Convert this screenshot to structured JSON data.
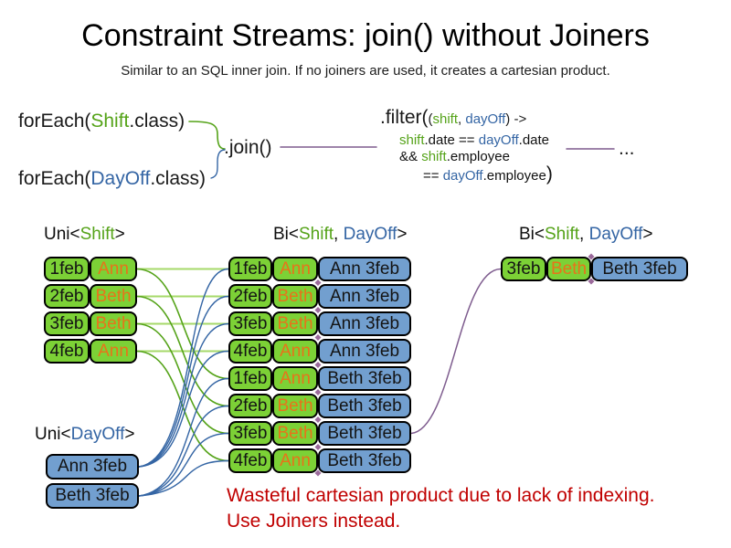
{
  "title": "Constraint Streams: join() without Joiners",
  "subtitle": "Similar to an SQL inner join. If no joiners are used, it creates a cartesian product.",
  "code": {
    "foreach_shift": {
      "prefix": "forEach(",
      "type": "Shift",
      "suffix": ".class)"
    },
    "foreach_dayoff": {
      "prefix": "forEach(",
      "type": "DayOff",
      "suffix": ".class)"
    },
    "join_label": ".join()",
    "filter": {
      "head": ".filter(",
      "sig_open": "(",
      "param1": "shift",
      "sig_sep": ", ",
      "param2": "dayOff",
      "sig_close": ") ->",
      "l2_a": "shift",
      "l2_b": ".date == ",
      "l2_c": "dayOff",
      "l2_d": ".date",
      "l3_a": "&& ",
      "l3_b": "shift",
      "l3_c": ".employee",
      "l4_a": "== ",
      "l4_b": "dayOff",
      "l4_c": ".employee",
      "l4_close": ")"
    },
    "ellipsis": "..."
  },
  "uni_shift": {
    "label_prefix": "Uni<",
    "label_type": "Shift",
    "label_suffix": ">",
    "rows": [
      {
        "date": "1feb",
        "employee": "Ann"
      },
      {
        "date": "2feb",
        "employee": "Beth"
      },
      {
        "date": "3feb",
        "employee": "Beth"
      },
      {
        "date": "4feb",
        "employee": "Ann"
      }
    ]
  },
  "uni_dayoff": {
    "label_prefix": "Uni<",
    "label_type": "DayOff",
    "label_suffix": ">",
    "rows": [
      {
        "value": "Ann 3feb"
      },
      {
        "value": "Beth 3feb"
      }
    ]
  },
  "bi_join": {
    "label_prefix": "Bi<",
    "label_type1": "Shift",
    "label_sep": ", ",
    "label_type2": "DayOff",
    "label_suffix": ">",
    "rows": [
      {
        "date": "1feb",
        "employee": "Ann",
        "dayoff": "Ann 3feb"
      },
      {
        "date": "2feb",
        "employee": "Beth",
        "dayoff": "Ann 3feb"
      },
      {
        "date": "3feb",
        "employee": "Beth",
        "dayoff": "Ann 3feb"
      },
      {
        "date": "4feb",
        "employee": "Ann",
        "dayoff": "Ann 3feb"
      },
      {
        "date": "1feb",
        "employee": "Ann",
        "dayoff": "Beth 3feb"
      },
      {
        "date": "2feb",
        "employee": "Beth",
        "dayoff": "Beth 3feb"
      },
      {
        "date": "3feb",
        "employee": "Beth",
        "dayoff": "Beth 3feb"
      },
      {
        "date": "4feb",
        "employee": "Ann",
        "dayoff": "Beth 3feb"
      }
    ]
  },
  "bi_filtered": {
    "label_prefix": "Bi<",
    "label_type1": "Shift",
    "label_sep": ", ",
    "label_type2": "DayOff",
    "label_suffix": ">",
    "rows": [
      {
        "date": "3feb",
        "employee": "Beth",
        "dayoff": "Beth 3feb"
      }
    ]
  },
  "warning": {
    "line1": "Wasteful cartesian product due to lack of indexing.",
    "line2": "Use Joiners instead."
  },
  "colors": {
    "shift-green-fill": "#7cd136",
    "dayoff-blue-fill": "#729fcf",
    "employee-orange": "#e8731a",
    "code-green": "#55a319",
    "code-blue": "#3465a4",
    "connector-green-pale": "#a6d96a",
    "connector-purple": "#7e5c8e",
    "diamond-purple": "#9b6a9b",
    "warning-red": "#c00000"
  }
}
